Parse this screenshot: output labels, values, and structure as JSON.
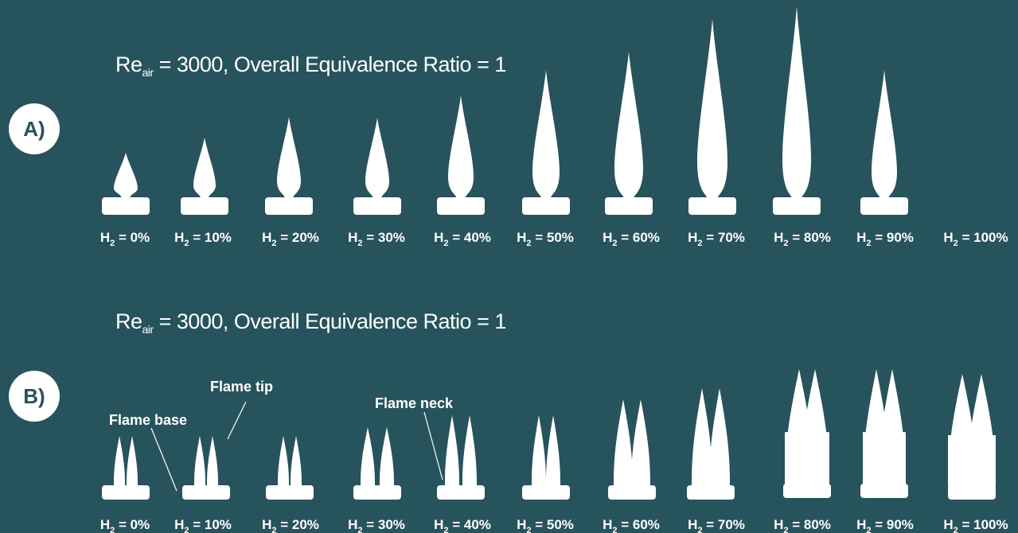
{
  "panel_a": {
    "badge": "A)",
    "title_re": "Re",
    "title_sub": "air",
    "title_rest": " = 3000, Overall Equivalence Ratio = 1"
  },
  "panel_b": {
    "badge": "B)",
    "title_re": "Re",
    "title_sub": "air",
    "title_rest": " = 3000, Overall Equivalence Ratio = 1",
    "callouts": {
      "base": "Flame base",
      "tip": "Flame tip",
      "neck": "Flame neck"
    }
  },
  "label_prefix": "H",
  "label_sub": "2",
  "h2_labels": [
    " = 0%",
    " = 10%",
    " = 20%",
    " = 30%",
    " = 40%",
    " = 50%",
    " = 60%",
    " = 70%",
    " = 80%",
    " = 90%",
    " = 100%"
  ],
  "colors": {
    "background": "#27535c",
    "flame": "#ffffff"
  }
}
